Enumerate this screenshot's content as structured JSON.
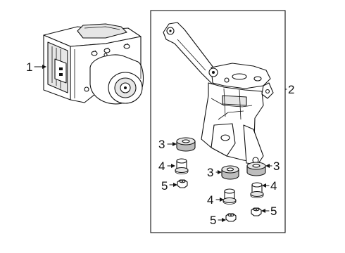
{
  "callouts": {
    "c1": "1",
    "c2": "2",
    "c3a": "3",
    "c3b": "3",
    "c3c": "3",
    "c4a": "4",
    "c4b": "4",
    "c4c": "4",
    "c5a": "5",
    "c5b": "5",
    "c5c": "5"
  },
  "parts": [
    "abs-modulator-assembly",
    "modulator-bracket",
    "rubber-grommet",
    "bushing-collar",
    "hex-nut"
  ],
  "colors": {
    "ink": "#111111",
    "background": "#ffffff",
    "shade": "#e6e6e6"
  }
}
